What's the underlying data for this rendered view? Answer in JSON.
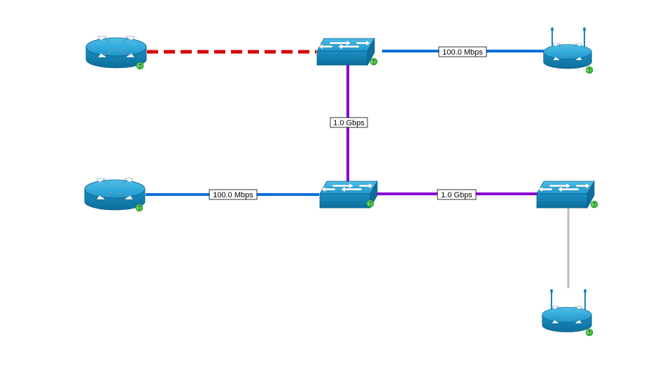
{
  "colors": {
    "link_100m": "#0a6fd6",
    "link_1g": "#8a00d4",
    "link_down": "#d40000",
    "link_unknown": "#bdbdbd",
    "device_top": "#2fa8d8",
    "device_side": "#1486b8",
    "status_ok": "#2ec52e"
  },
  "devices": [
    {
      "id": "router-1",
      "type": "router",
      "icon": "router-icon",
      "status": "up"
    },
    {
      "id": "switch-1",
      "type": "switch",
      "icon": "switch-icon",
      "status": "up"
    },
    {
      "id": "wireless-router-1",
      "type": "wireless-router",
      "icon": "wireless-router-icon",
      "status": "up"
    },
    {
      "id": "router-2",
      "type": "router",
      "icon": "router-icon",
      "status": "up"
    },
    {
      "id": "switch-2",
      "type": "switch",
      "icon": "switch-icon",
      "status": "up"
    },
    {
      "id": "switch-3",
      "type": "switch",
      "icon": "switch-icon",
      "status": "up"
    },
    {
      "id": "wireless-router-2",
      "type": "wireless-router",
      "icon": "wireless-router-icon",
      "status": "up"
    }
  ],
  "links": [
    {
      "from": "router-1",
      "to": "switch-1",
      "style": "dashed",
      "state": "down",
      "label": ""
    },
    {
      "from": "switch-1",
      "to": "wireless-router-1",
      "style": "solid",
      "state": "up",
      "label": "100.0 Mbps"
    },
    {
      "from": "switch-1",
      "to": "switch-2",
      "style": "solid",
      "state": "up",
      "label": "1.0 Gbps"
    },
    {
      "from": "router-2",
      "to": "switch-2",
      "style": "solid",
      "state": "up",
      "label": "100.0 Mbps"
    },
    {
      "from": "switch-2",
      "to": "switch-3",
      "style": "solid",
      "state": "up",
      "label": "1.0 Gbps"
    },
    {
      "from": "switch-3",
      "to": "wireless-router-2",
      "style": "solid",
      "state": "unknown",
      "label": ""
    }
  ]
}
